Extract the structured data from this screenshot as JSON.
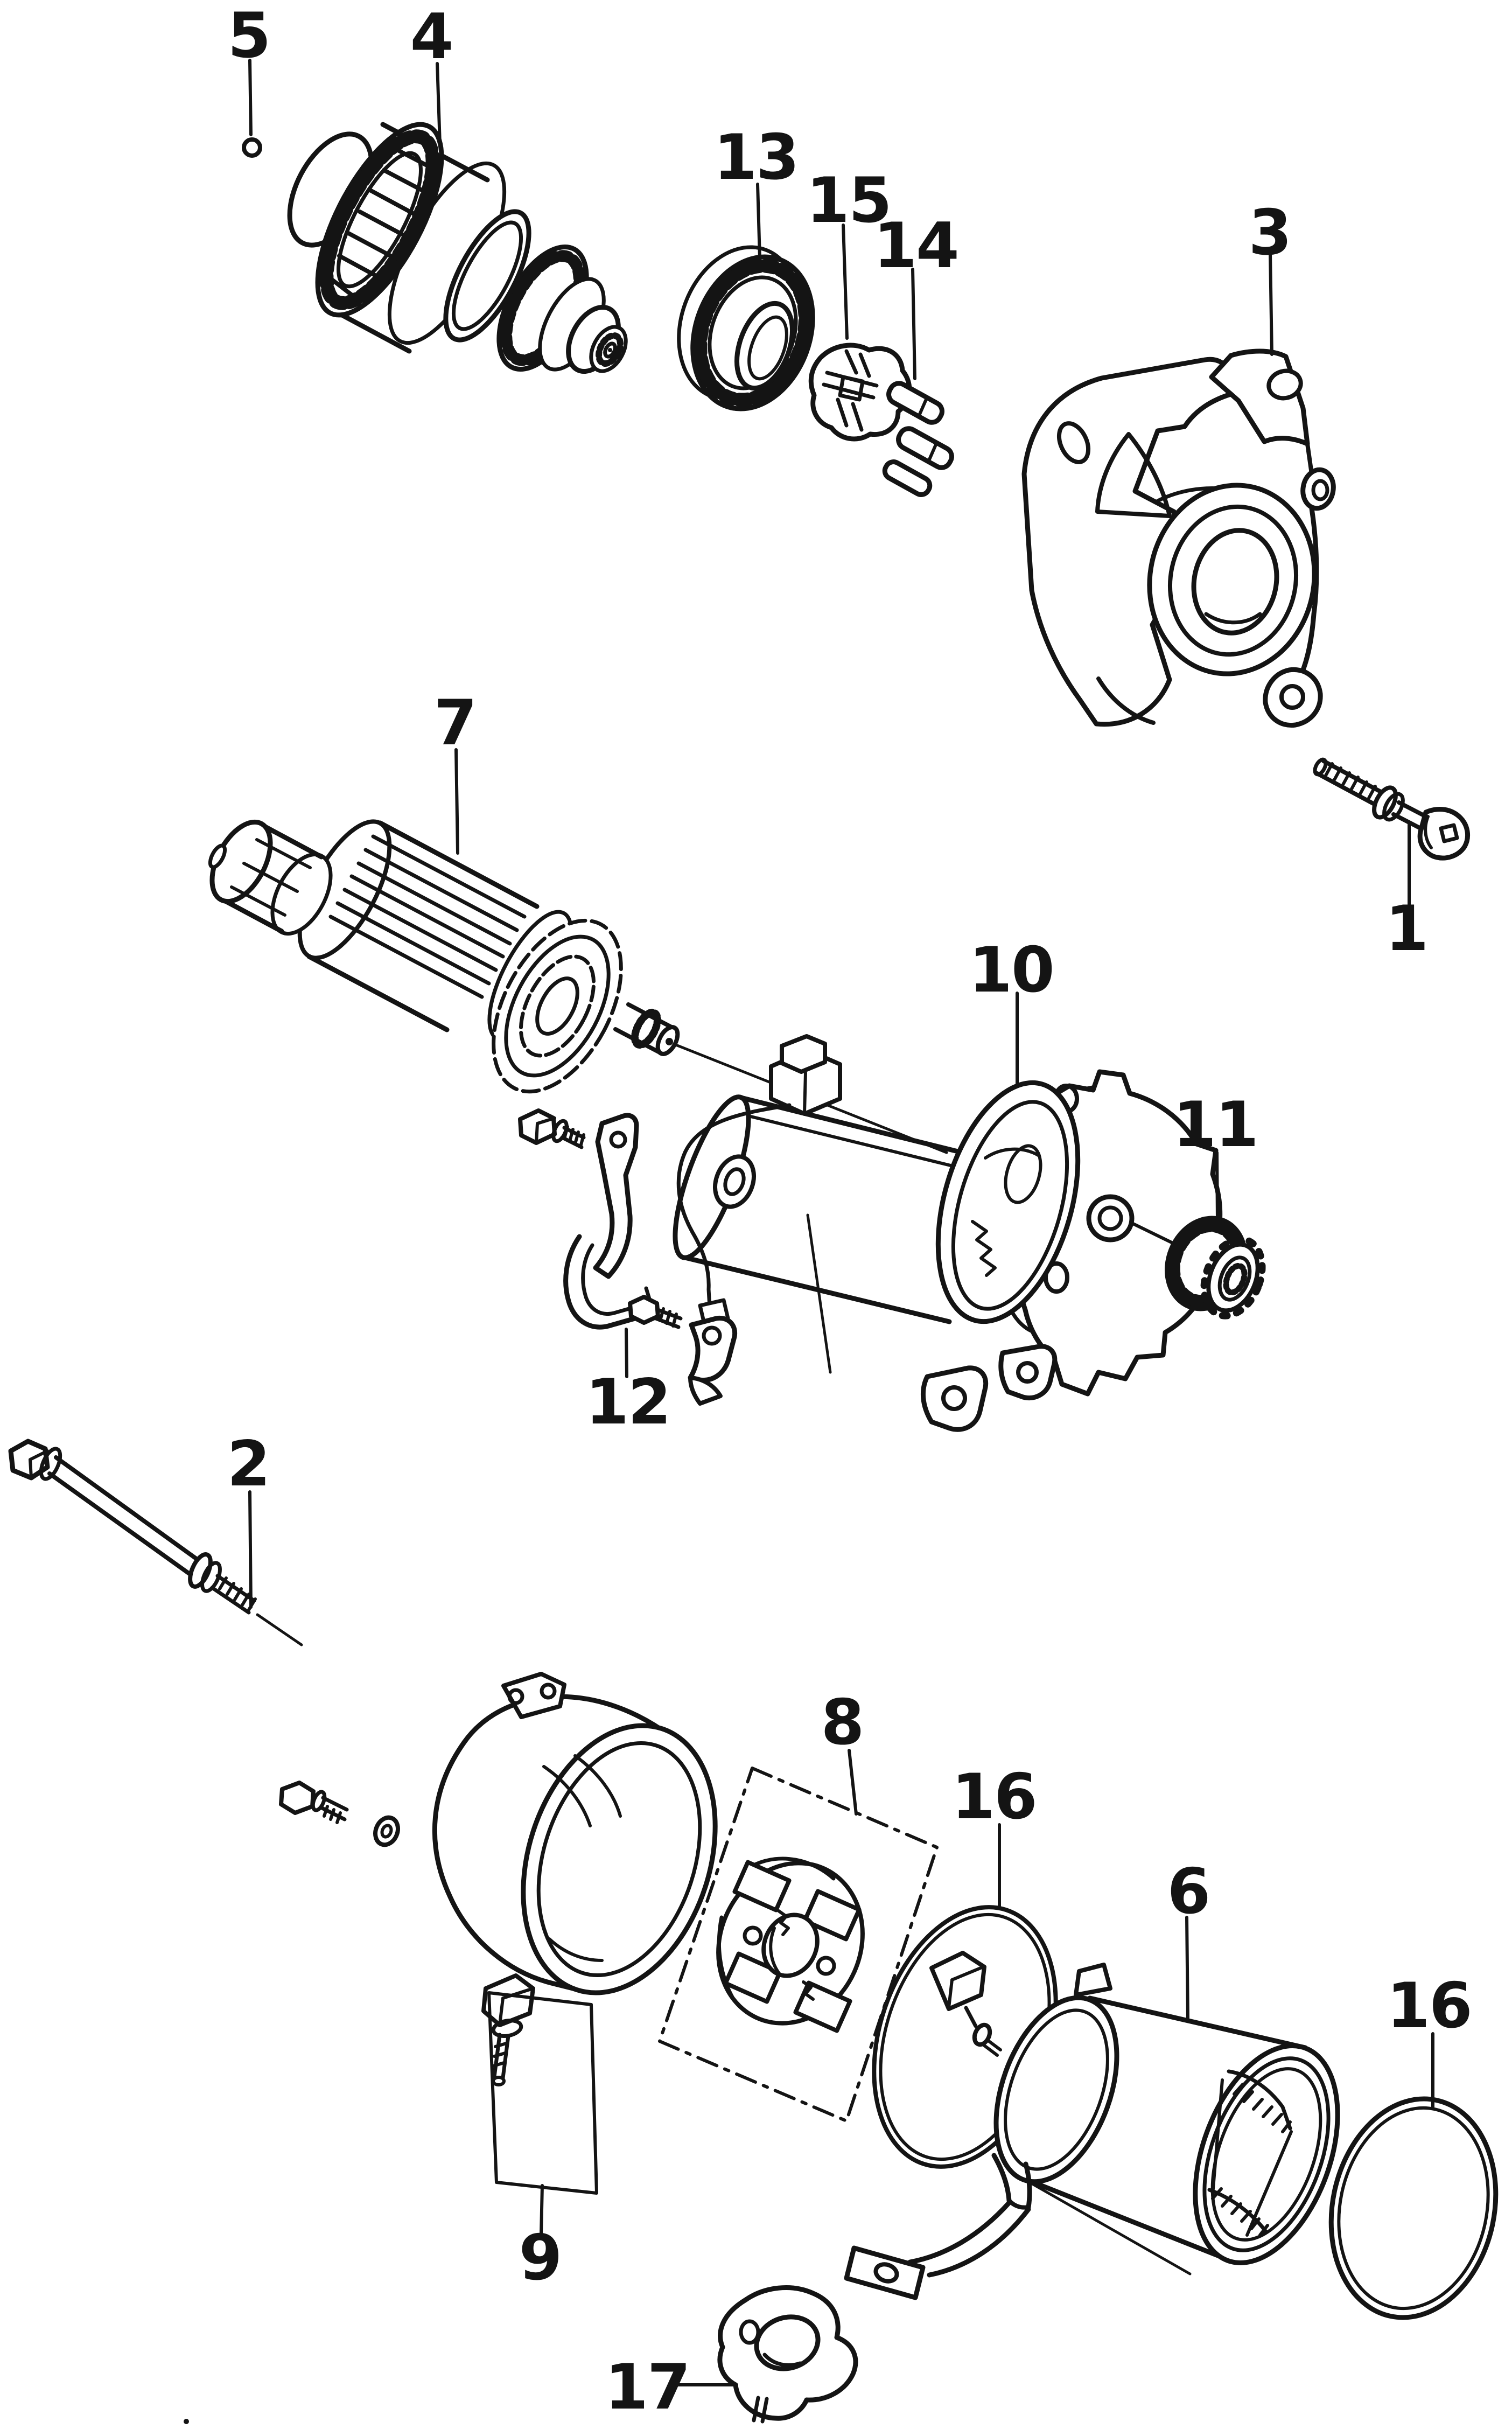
{
  "colors": {
    "paper": "#ffffff",
    "ink": "#141414"
  },
  "callouts": [
    {
      "label": "5"
    },
    {
      "label": "4"
    },
    {
      "label": "13"
    },
    {
      "label": "15"
    },
    {
      "label": "14"
    },
    {
      "label": "3"
    },
    {
      "label": "7"
    },
    {
      "label": "1"
    },
    {
      "label": "10"
    },
    {
      "label": "11"
    },
    {
      "label": "12"
    },
    {
      "label": "2"
    },
    {
      "label": "8"
    },
    {
      "label": "16"
    },
    {
      "label": "6"
    },
    {
      "label": "16"
    },
    {
      "label": "9"
    },
    {
      "label": "17"
    }
  ]
}
